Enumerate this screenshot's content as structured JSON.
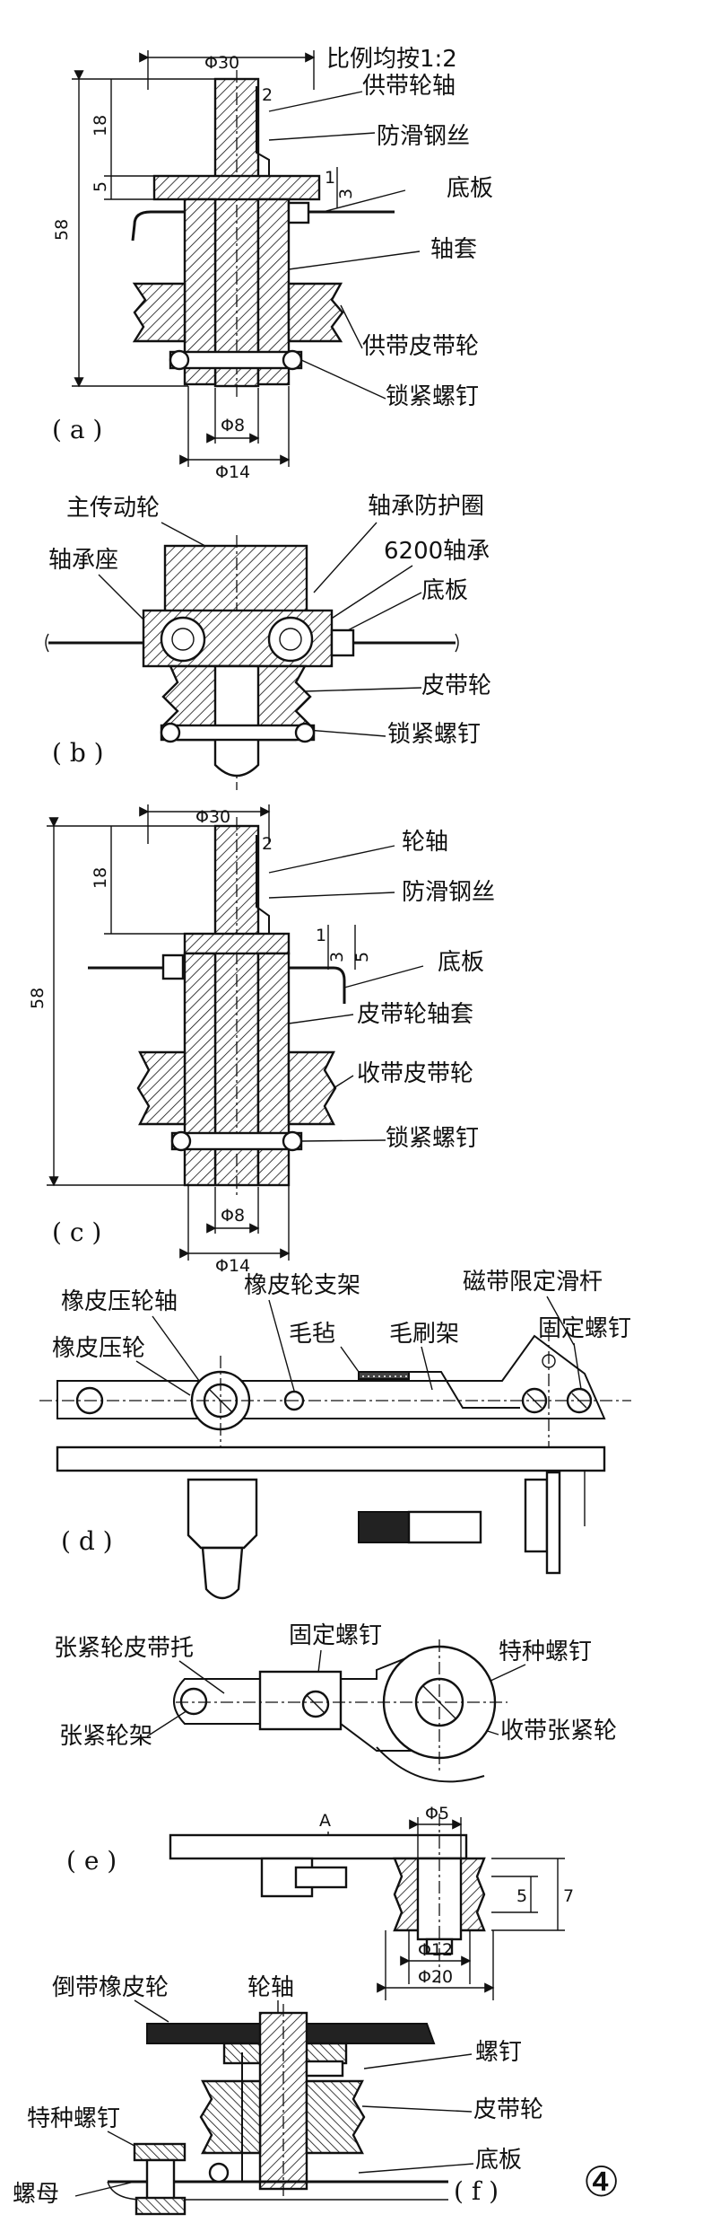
{
  "scale_note": "比例均按1:2",
  "figure_number": "④",
  "panels": {
    "a": {
      "caption": "( a )",
      "labels": [
        "供带轮轴",
        "防滑钢丝",
        "底板",
        "轴套",
        "供带皮带轮",
        "锁紧螺钉"
      ],
      "dims": {
        "top_width": "Φ30",
        "total_height": "58",
        "upper": "18",
        "mid": "5",
        "gap": "2",
        "small": "1",
        "step": "3",
        "bottom_outer": "Φ14",
        "bottom_inner": "Φ8"
      }
    },
    "b": {
      "caption": "( b )",
      "labels": [
        "主传动轮",
        "轴承防护圈",
        "轴承座",
        "6200轴承",
        "底板",
        "皮带轮",
        "锁紧螺钉"
      ]
    },
    "c": {
      "caption": "( c )",
      "labels": [
        "轮轴",
        "防滑钢丝",
        "底板",
        "皮带轮轴套",
        "收带皮带轮",
        "锁紧螺钉"
      ],
      "dims": {
        "top_width": "Φ30",
        "total_height": "58",
        "upper": "18",
        "mid": "5",
        "gap": "2",
        "small": "1",
        "step": "3",
        "bottom_outer": "Φ14",
        "bottom_inner": "Φ8"
      }
    },
    "d": {
      "caption": "( d )",
      "labels": [
        "橡皮压轮轴",
        "橡皮轮支架",
        "磁带限定滑杆",
        "橡皮压轮",
        "毛毡",
        "毛刷架",
        "固定螺钉"
      ]
    },
    "e": {
      "caption": "( e )",
      "labels": [
        "张紧轮皮带托",
        "固定螺钉",
        "特种螺钉",
        "张紧轮架",
        "收带张紧轮"
      ],
      "section_mark": "A",
      "dims": {
        "hub": "Φ5",
        "outer": "Φ20",
        "inner": "Φ12",
        "width": "5",
        "height": "7"
      }
    },
    "f": {
      "caption": "( f )",
      "labels": [
        "倒带橡皮轮",
        "轮轴",
        "螺钉",
        "特种螺钉",
        "皮带轮",
        "底板",
        "螺母"
      ]
    }
  }
}
